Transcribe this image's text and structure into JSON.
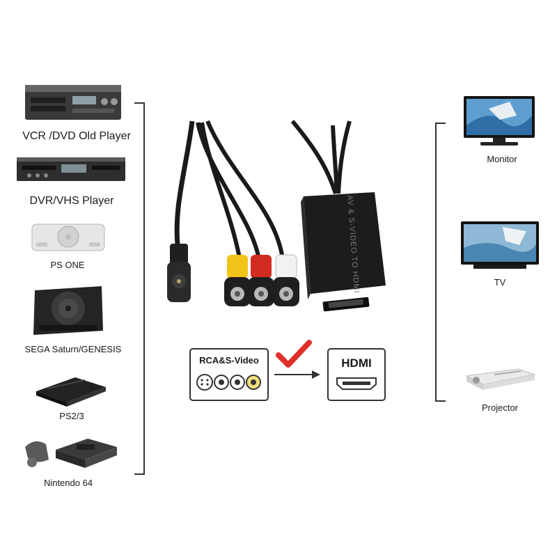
{
  "sources": {
    "vcr_dvd": "VCR /DVD Old Player",
    "dvr_vhs": "DVR/VHS Player",
    "ps_one": "PS ONE",
    "sega": "SEGA Saturn/GENESIS",
    "ps23": "PS2/3",
    "n64": "Nintendo 64"
  },
  "displays": {
    "monitor": "Monitor",
    "tv": "TV",
    "projector": "Projector"
  },
  "converter": {
    "device_text": "AV & S-VIDEO TO HDMI",
    "input_box_title": "RCA&S-Video",
    "output_box_title": "HDMI"
  },
  "colors": {
    "check_mark": "#e0302a",
    "rca_yellow": "#f2c318",
    "rca_red": "#d22b1f",
    "rca_white": "#f2f2f2",
    "device_body": "#1c1c1c"
  }
}
